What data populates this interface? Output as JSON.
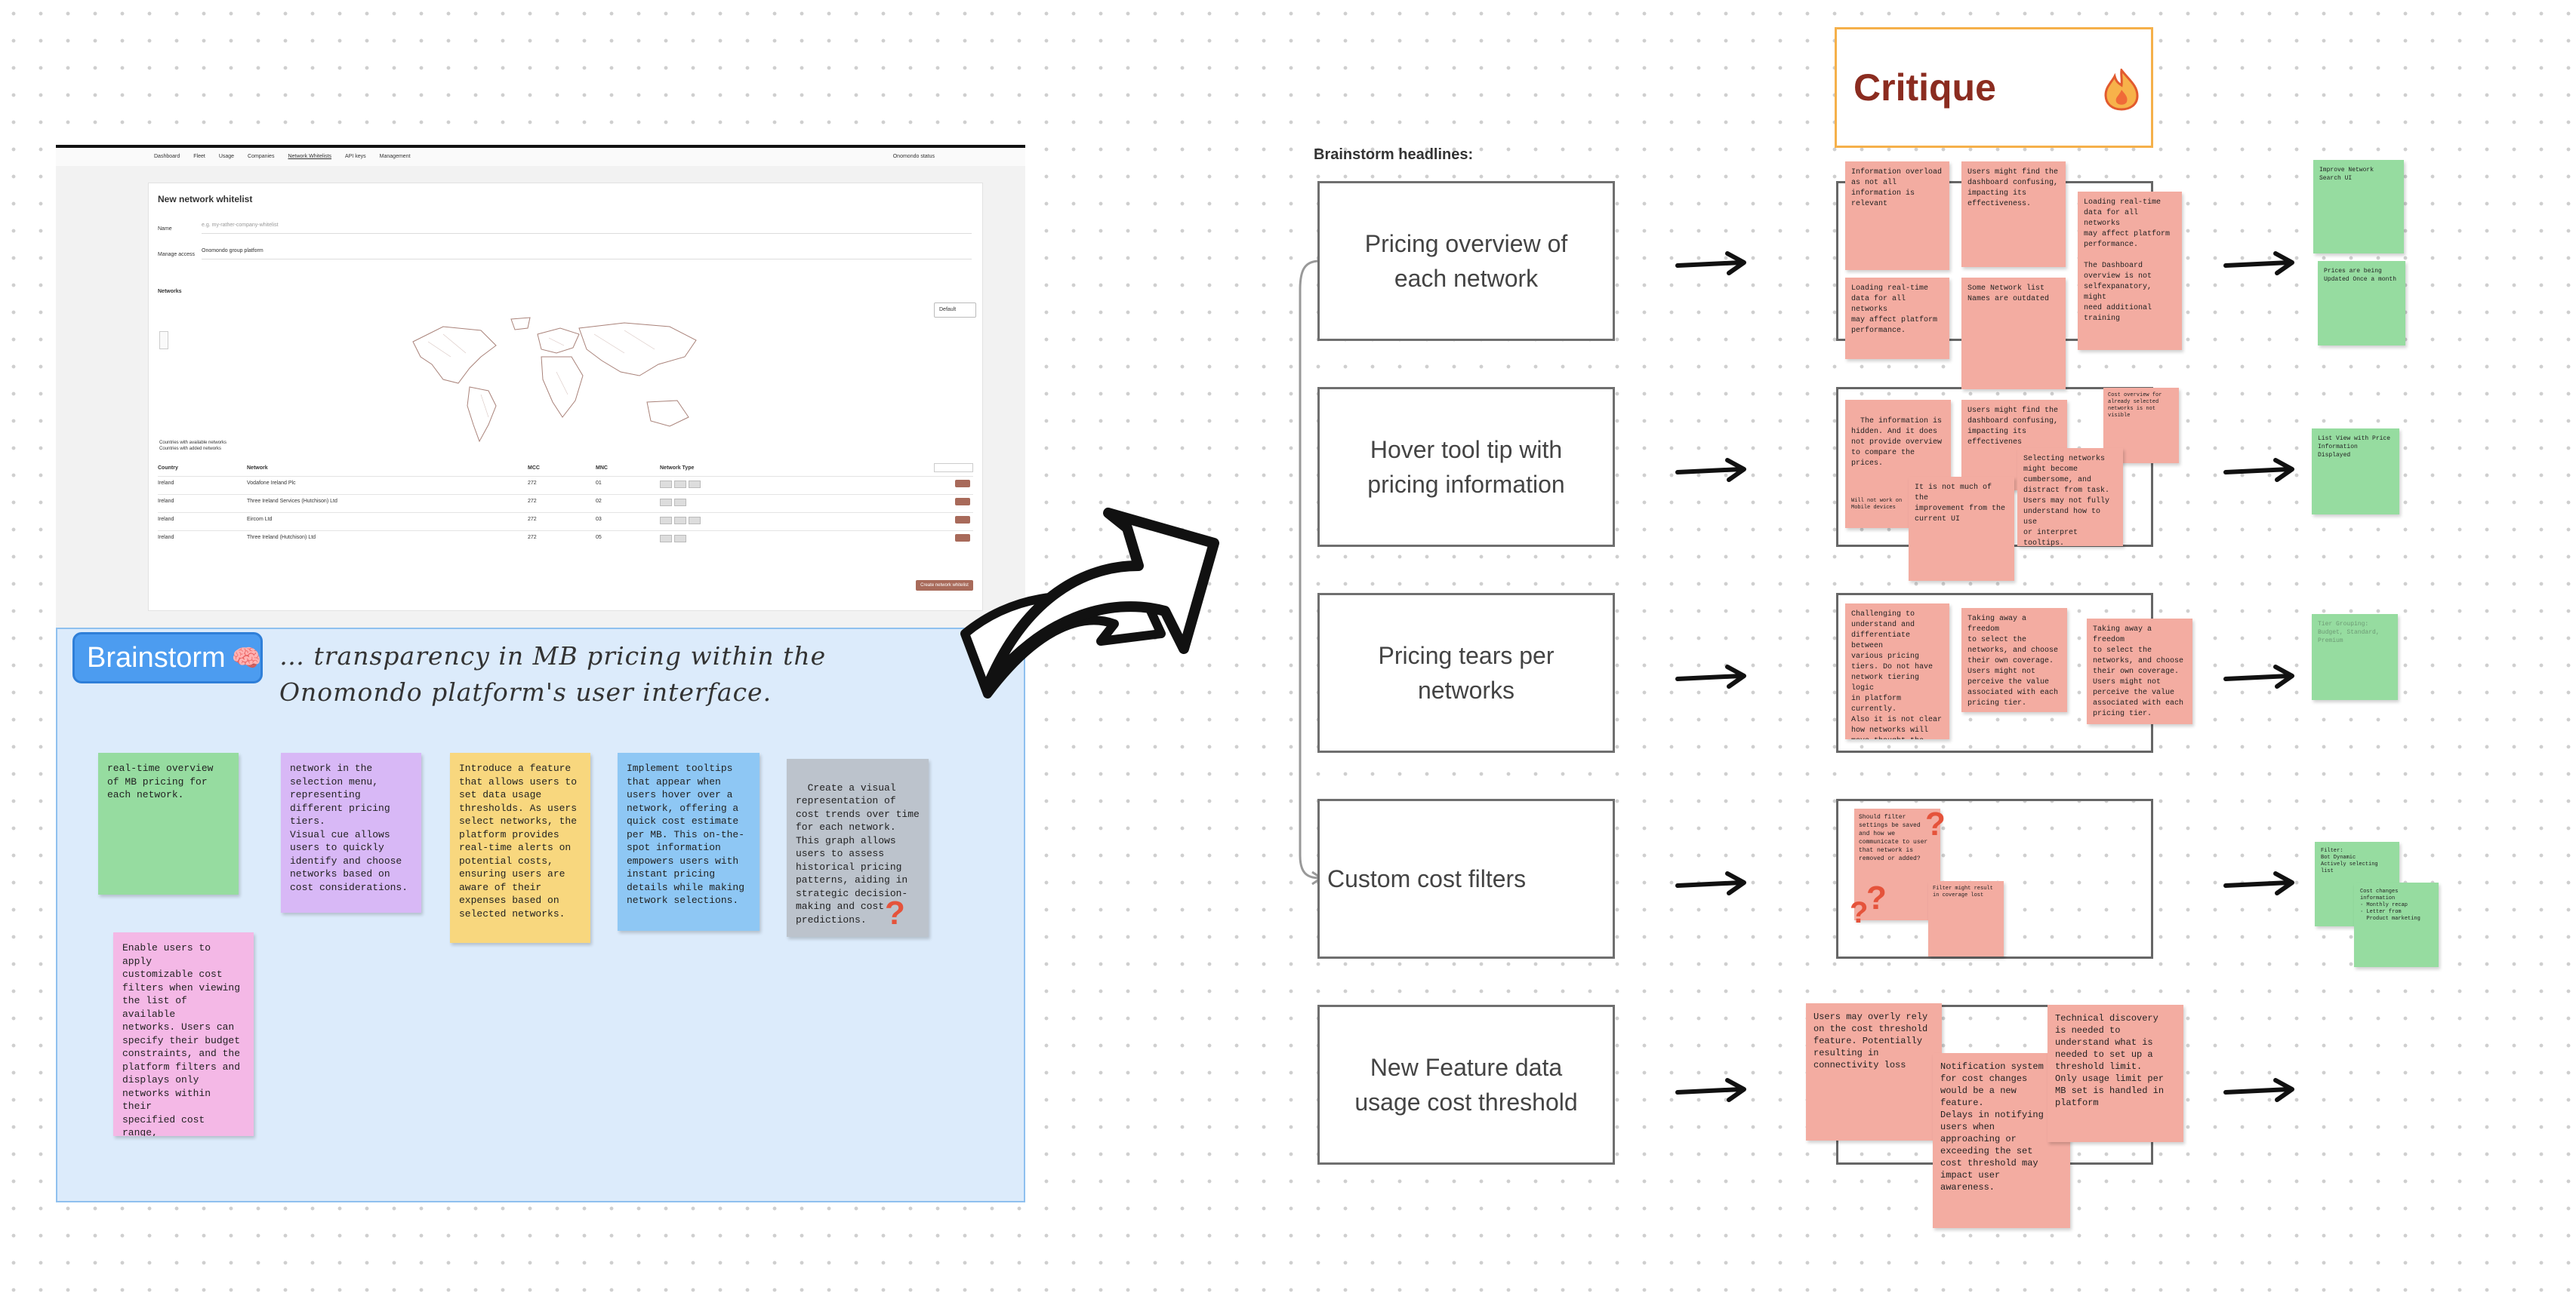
{
  "screenshot": {
    "nav": [
      "Dashboard",
      "Fleet",
      "Usage",
      "Companies",
      "Network Whitelists",
      "API keys",
      "Management"
    ],
    "nav_right": "Onomondo status",
    "title": "New network whitelist",
    "name_label": "Name",
    "name_placeholder": "e.g. my-rather-company-whitelist",
    "manage_label": "Manage access",
    "manage_value": "Onomondo group platform",
    "networks_label": "Networks",
    "legend_label": "Countries with available networks\nCountries with added networks",
    "select_label": "Default",
    "table_headers": [
      "Country",
      "Network",
      "MCC",
      "MNC",
      "Network Type"
    ],
    "table_rows": [
      [
        "Ireland",
        "Vodafone Ireland Plc",
        "272",
        "01"
      ],
      [
        "Ireland",
        "Three Ireland Services (Hutchison) Ltd",
        "272",
        "02"
      ],
      [
        "Ireland",
        "Eircom Ltd",
        "272",
        "03"
      ],
      [
        "Ireland",
        "Three Ireland (Hutchison) Ltd",
        "272",
        "05"
      ]
    ],
    "create_button": "Create network whitelist"
  },
  "brainstorm": {
    "badge": "Brainstorm",
    "badge_emoji": "🧠",
    "handwritten": "… transparency in MB pricing within the\nOnomondo platform's user interface.",
    "notes": [
      "real-time overview\nof MB pricing for\neach network.",
      "network in the\nselection menu,\nrepresenting\ndifferent pricing\ntiers.\nVisual cue allows\nusers to quickly\nidentify and choose\nnetworks based on\ncost considerations.",
      "Introduce a feature\nthat allows users to\nset data usage\nthresholds. As users\nselect networks, the\nplatform provides\nreal-time alerts on\npotential costs,\nensuring users are\naware of their\nexpenses based on\nselected networks.",
      "Implement tooltips\nthat appear when\nusers hover over a\nnetwork, offering a\nquick cost estimate\nper MB. This on-the-\nspot information\nempowers users with\ninstant pricing\ndetails while making\nnetwork selections.",
      "Create a visual\nrepresentation of\ncost trends over time\nfor each network.\nThis graph allows\nusers to assess\nhistorical pricing\npatterns, aiding in\nstrategic decision-\nmaking and cost\npredictions.",
      "Enable users to apply\ncustomizable cost\nfilters when viewing\nthe list of available\nnetworks. Users can\nspecify their budget\nconstraints, and the\nplatform filters and\ndisplays only\nnetworks within their\nspecified cost range,\nstreamlining the\nselection process."
    ]
  },
  "headlines": {
    "label": "Brainstorm headlines:",
    "items": [
      "Pricing overview of each network",
      "Hover tool tip with pricing information",
      "Pricing tears per networks",
      "Custom cost filters",
      "New Feature data usage cost threshold"
    ]
  },
  "critique": {
    "title": "Critique",
    "row1": [
      "Information overload\nas not all\ninformation is\nrelevant",
      "Users might find the\ndashboard confusing,\nimpacting its\neffectiveness.",
      "Loading real-time\ndata for all networks\nmay affect platform\nperformance.\n\nThe Dashboard\noverview is not\nselfexpanatory, might\nneed additional\ntraining",
      "Loading real-time\ndata for all networks\nmay affect platform\nperformance.",
      "Some Network list\nNames are outdated"
    ],
    "row2": [
      "The information is\nhidden. And it does\nnot provide overview\nto compare the\nprices.",
      "Users might find the\ndashboard confusing,\nimpacting its\neffectivenes",
      "Cost overview for\nalready selected\nnetworks is not\nvisible",
      "Will not work on\nMobile devices",
      "It is not much of the\nimprovement from the\ncurrent UI",
      "Selecting networks\nmight become\ncumbersome, and\ndistract from task.\nUsers may not fully\nunderstand how to use\nor interpret\ntooltips."
    ],
    "row3": [
      "Challenging to\nunderstand and\ndifferentiate between\nvarious pricing\ntiers. Do not have\nnetwork tiering logic\nin platform currently.\nAlso it is not clear\nhow networks will\nmove thought the\ntiers.",
      "Taking away a freedom\nto select the\nnetworks, and choose\ntheir own coverage.\nUsers might not\nperceive the value\nassociated with each\npricing tier.",
      "Taking away a freedom\nto select the\nnetworks, and choose\ntheir own coverage.\nUsers might not\nperceive the value\nassociated with each\npricing tier."
    ],
    "row4": [
      "Should filter\nsettings be saved\nand how we\ncommunicate to user\nthat network is\nremoved or added?",
      "Filter might result\nin coverage lost"
    ],
    "row5": [
      "Users may overly rely\non the cost threshold\nfeature. Potentially\nresulting in\nconnectivity loss",
      "Notification system\nfor cost changes\nwould be a new\nfeature.\nDelays in notifying\nusers when\napproaching or\nexceeding the set\ncost threshold may\nimpact user\nawareness.",
      "Technical discovery\nis needed to\nunderstand what is\nneeded to set up a\nthreshold limit.\nOnly usage limit per\nMB set is handled in\nplatform"
    ]
  },
  "outcomes": {
    "row1": [
      "Improve Network\nSearch UI",
      "Prices are being\nUpdated Once a month"
    ],
    "row2": [
      "List View with Price\nInformation Displayed"
    ],
    "row3": [
      "Tier Grouping:\nBudget, Standard, Premium"
    ],
    "row4": [
      "Filter:\nBot Dynamic\nActively selecting\nlist",
      "Cost changes\ninformation\n· Monthly recap\n· Letter from\n  Product marketing"
    ]
  },
  "colors": {
    "brainstorm_bg": "#dcebfb",
    "badge_bg": "#4c9cf0",
    "critique_text": "#8b2c20",
    "critique_border": "#f5b04a"
  }
}
